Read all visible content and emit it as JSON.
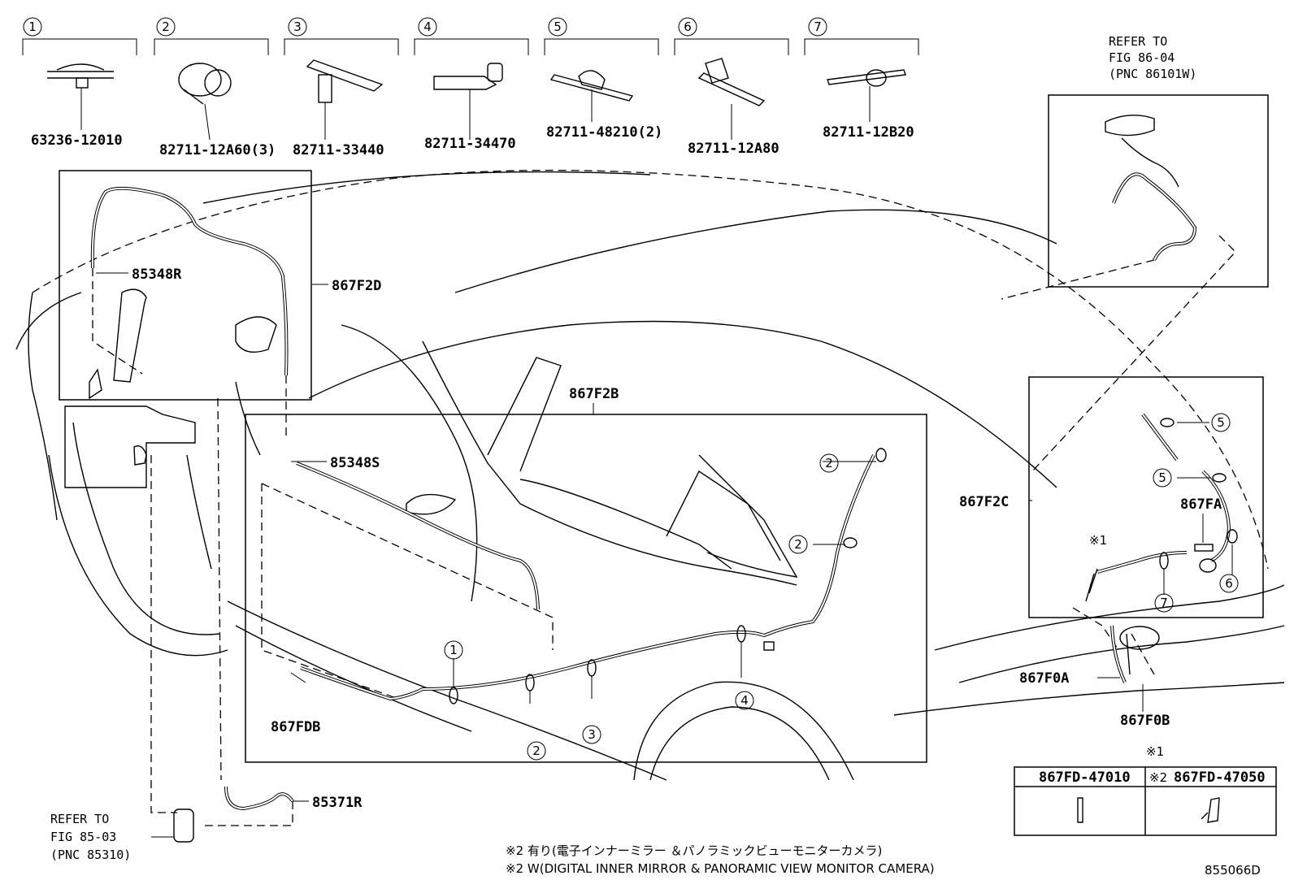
{
  "clips": [
    {
      "index": "1",
      "part": "63236-12010"
    },
    {
      "index": "2",
      "part": "82711-12A60(3)"
    },
    {
      "index": "3",
      "part": "82711-33440"
    },
    {
      "index": "4",
      "part": "82711-34470"
    },
    {
      "index": "5",
      "part": "82711-48210(2)"
    },
    {
      "index": "6",
      "part": "82711-12A80"
    },
    {
      "index": "7",
      "part": "82711-12B20"
    }
  ],
  "refer_top": {
    "line1": "REFER TO",
    "line2": "FIG 86-04",
    "line3": "(PNC 86101W)"
  },
  "refer_bottom": {
    "line1": "REFER TO",
    "line2": "FIG 85-03",
    "line3": "(PNC 85310)"
  },
  "labels": {
    "l85348R": "85348R",
    "l867F2D": "867F2D",
    "l867F2B": "867F2B",
    "l85348S": "85348S",
    "l867FDB": "867FDB",
    "l85371R": "85371R",
    "l867F2C": "867F2C",
    "l867FA": "867FA",
    "l867F0A": "867F0A",
    "l867F0B": "867F0B"
  },
  "callouts": {
    "c1": "1",
    "c2a": "2",
    "c2b": "2",
    "c2c": "2",
    "c3": "3",
    "c4": "4",
    "c5a": "5",
    "c5b": "5",
    "c6": "6",
    "c7": "7"
  },
  "mark1": "※1",
  "table": {
    "header_mark": "※1",
    "col1": "867FD-47010",
    "col2_mark": "※2",
    "col2": "867FD-47050"
  },
  "notes": {
    "jp": "※2 有り(電子インナーミラー ＆パノラミックビューモニターカメラ)",
    "en": "※2 W(DIGITAL INNER MIRROR & PANORAMIC VIEW MONITOR CAMERA)"
  },
  "figure_id": "855066D"
}
